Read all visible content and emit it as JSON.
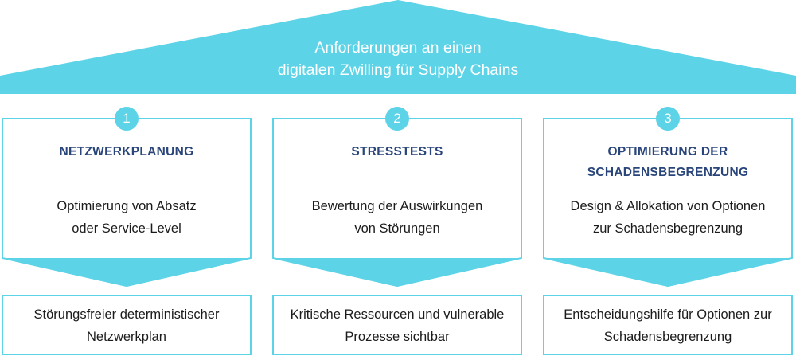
{
  "colors": {
    "accent": "#5cd3e6",
    "title": "#29457a",
    "text": "#1b1b1b",
    "background": "#ffffff"
  },
  "roof": {
    "line1": "Anforderungen an einen",
    "line2": "digitalen Zwilling für Supply Chains"
  },
  "columns": [
    {
      "number": "1",
      "title_line1": "NETZWERKPLANUNG",
      "title_line2": "",
      "desc_line1": "Optimierung von Absatz",
      "desc_line2": "oder Service-Level",
      "result_line1": "Störungsfreier deterministischer",
      "result_line2": "Netzwerkplan"
    },
    {
      "number": "2",
      "title_line1": "STRESSTESTS",
      "title_line2": "",
      "desc_line1": "Bewertung der Auswirkungen",
      "desc_line2": "von Störungen",
      "result_line1": "Kritische Ressourcen und vulnerable",
      "result_line2": "Prozesse sichtbar"
    },
    {
      "number": "3",
      "title_line1": "OPTIMIERUNG DER",
      "title_line2": "SCHADENSBEGRENZUNG",
      "desc_line1": "Design & Allokation von Optionen",
      "desc_line2": "zur Schadensbegrenzung",
      "result_line1": "Entscheidungshilfe für Optionen zur",
      "result_line2": "Schadensbegrenzung"
    }
  ]
}
